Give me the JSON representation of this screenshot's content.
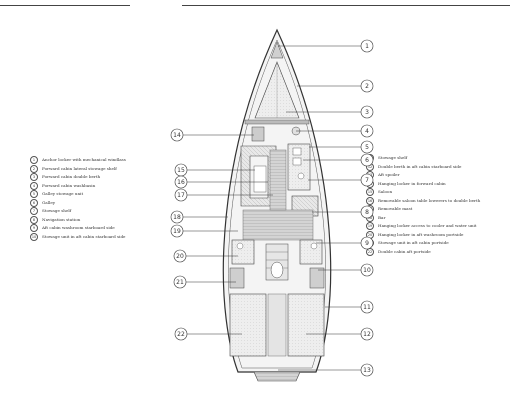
{
  "legend_left": [
    {
      "num": "1",
      "text": "Anchor locker with mechanical windlass"
    },
    {
      "num": "2",
      "text": "Forward cabin lateral stowage shelf"
    },
    {
      "num": "3",
      "text": "Forward cabin double berth"
    },
    {
      "num": "4",
      "text": "Forward cabin washbasin"
    },
    {
      "num": "5",
      "text": "Galley stowage unit"
    },
    {
      "num": "6",
      "text": "Galley"
    },
    {
      "num": "7",
      "text": "Stowage shelf"
    },
    {
      "num": "8",
      "text": "Navigation station"
    },
    {
      "num": "9",
      "text": "Aft cabin washroom starboard side"
    },
    {
      "num": "10",
      "text": "Stowage unit in aft cabin starboard side"
    }
  ],
  "legend_right": [
    {
      "num": "11",
      "text": "Stowage shelf"
    },
    {
      "num": "12",
      "text": "Double berth in aft cabin starboard side"
    },
    {
      "num": "13",
      "text": "Aft spoiler"
    },
    {
      "num": "14",
      "text": "Hanging locker in forward cabin"
    },
    {
      "num": "15",
      "text": "Saloon"
    },
    {
      "num": "16",
      "text": "Removable saloon table lowerers to double berth"
    },
    {
      "num": "17",
      "text": "Removable mast"
    },
    {
      "num": "18",
      "text": "Bar"
    },
    {
      "num": "19",
      "text": "Hanging locker access to cooler and water unit"
    },
    {
      "num": "20",
      "text": "Hanging locker in aft washroom portside"
    },
    {
      "num": "21",
      "text": "Stowage unit in aft cabin portside"
    },
    {
      "num": "22",
      "text": "Double cabin aft portside"
    }
  ],
  "callouts_right": [
    "1",
    "2",
    "3",
    "4",
    "5",
    "6",
    "7",
    "8",
    "9",
    "10",
    "11",
    "12",
    "13"
  ],
  "callouts_left": [
    "14",
    "15",
    "16",
    "17",
    "18",
    "19",
    "20",
    "21",
    "22"
  ]
}
